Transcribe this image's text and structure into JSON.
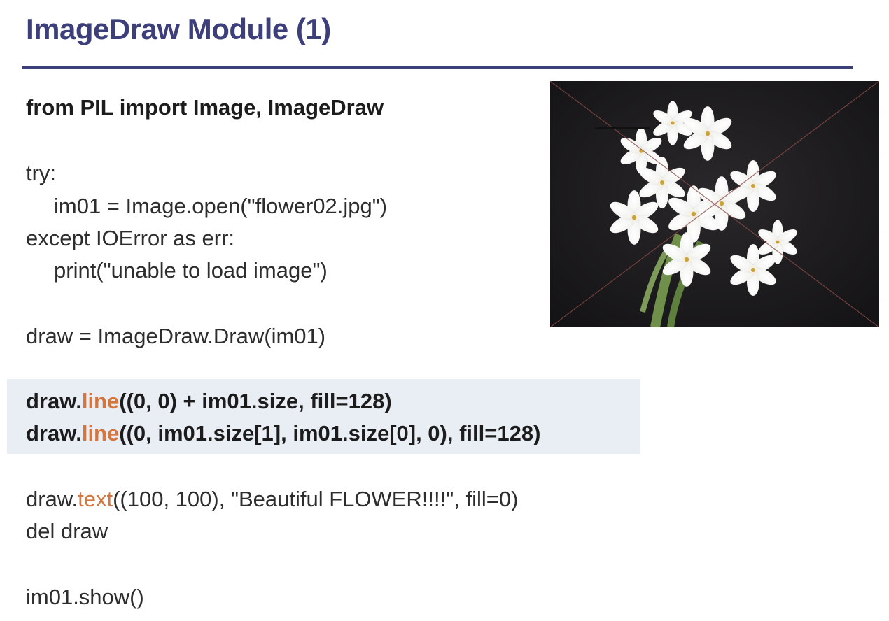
{
  "slide": {
    "title": "ImageDraw Module (1)"
  },
  "code": {
    "import_line": "from PIL import Image, ImageDraw",
    "try_kw": "try:",
    "open_line": "im01 = Image.open(\"flower02.jpg\")",
    "except_line": "except IOError as err:",
    "print_line": "print(\"unable to load image\")",
    "draw_assign": "draw = ImageDraw.Draw(im01)",
    "line1": {
      "prefix": "draw.",
      "method": "line",
      "args": "((0, 0) + im01.size, fill=128)"
    },
    "line2": {
      "prefix": "draw.",
      "method": "line",
      "args": "((0, im01.size[1], im01.size[0], 0), fill=128)"
    },
    "text_line": {
      "prefix": "draw.",
      "method": "text",
      "args": "((100, 100), \"Beautiful FLOWER!!!!\", fill=0)"
    },
    "del_line": "del draw",
    "show_line": "im01.show()"
  },
  "colors": {
    "title": "#3c3f7a",
    "method_highlight": "#d5763e",
    "highlight_box": "#e9edf4",
    "photo_background": "#1b1a1c"
  }
}
